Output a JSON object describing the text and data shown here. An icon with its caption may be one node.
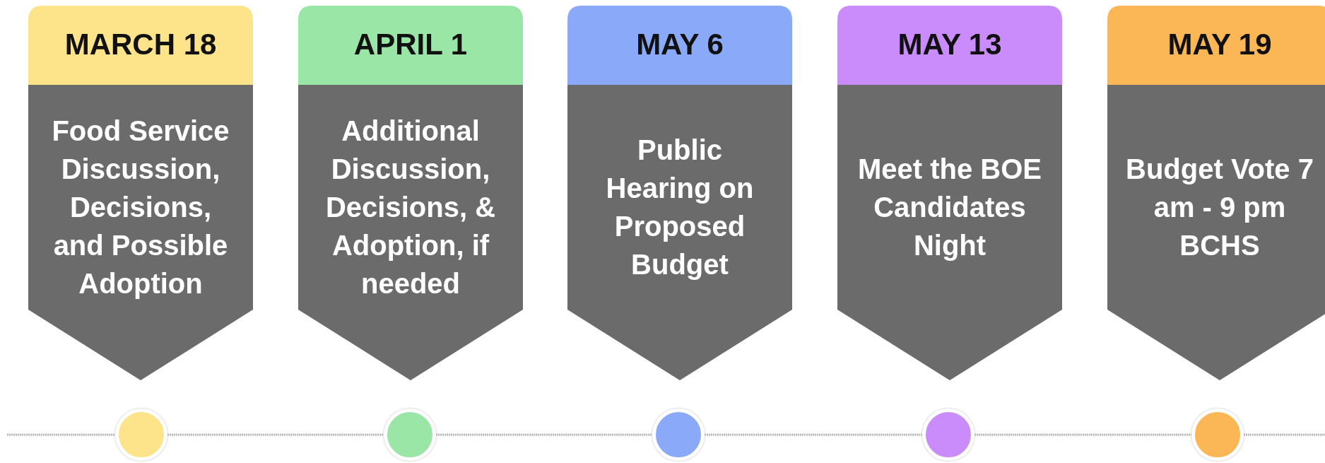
{
  "diagram": {
    "nodes": [
      {
        "text": [
          "MARCH 18",
          "Food Service Discussion, Decisions, and Possible Adoption"
        ]
      },
      {
        "text": [
          "APRIL 1",
          "Additional Discussion, Decisions, & Adoption, if needed"
        ]
      },
      {
        "text": [
          "MAY 6",
          "Public Hearing on Proposed Budget"
        ]
      },
      {
        "text": [
          "MAY 13",
          "Meet the BOE Candidates Night"
        ]
      },
      {
        "text": [
          "MAY 19",
          "Budget Vote 7 am - 9 pm BCHS"
        ]
      },
      {
        "text": [],
        "shape": "circle"
      },
      {
        "text": [],
        "shape": "circle"
      },
      {
        "text": [],
        "shape": "circle"
      },
      {
        "text": [],
        "shape": "circle"
      },
      {
        "text": [],
        "shape": "circle"
      }
    ],
    "edges": [
      {
        "from": null,
        "to": 5,
        "arrow": "none"
      },
      {
        "from": 5,
        "to": 6,
        "arrow": "none"
      },
      {
        "from": 6,
        "to": 7,
        "arrow": "none"
      },
      {
        "from": 7,
        "to": 8,
        "arrow": "none"
      },
      {
        "from": 8,
        "to": 9,
        "arrow": "none"
      },
      {
        "from": 9,
        "to": null,
        "arrow": "none"
      }
    ]
  }
}
